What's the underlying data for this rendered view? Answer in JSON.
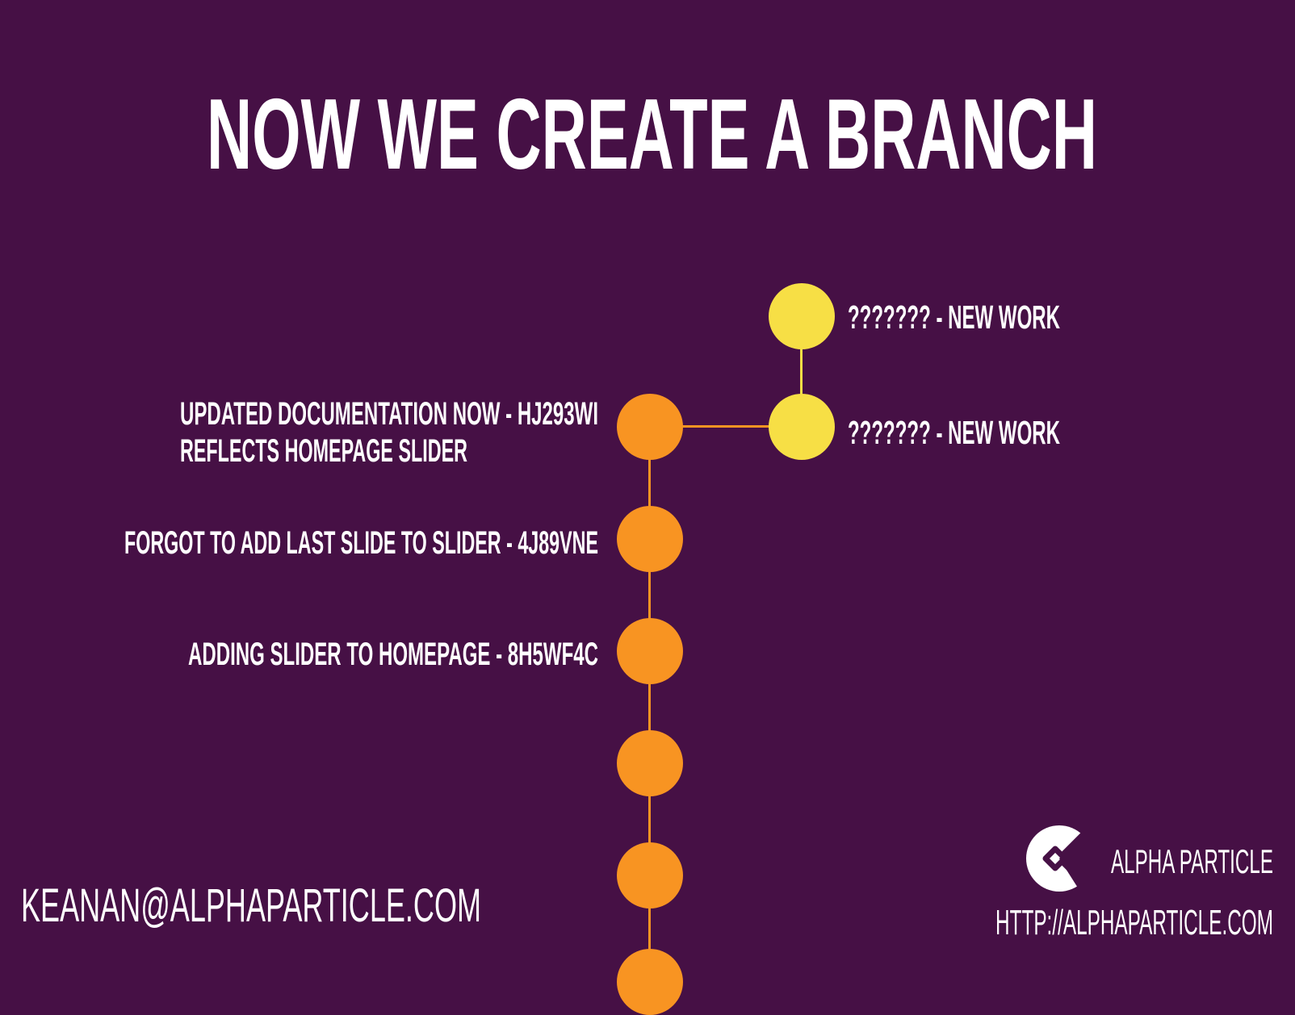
{
  "title": "NOW WE CREATE A BRANCH",
  "colors": {
    "background": "#461045",
    "main_branch": "#F89422",
    "new_branch": "#F7DF45",
    "text": "#FFFFFF"
  },
  "commits": {
    "c1_line1": "UPDATED DOCUMENTATION NOW - HJ293WI",
    "c1_line2": "REFLECTS HOMEPAGE SLIDER",
    "c2": "FORGOT TO ADD LAST SLIDE TO SLIDER - 4J89VNE",
    "c3": "ADDING SLIDER TO HOMEPAGE - 8H5WF4C"
  },
  "branch_commits": {
    "b1": "??????? - NEW WORK",
    "b2": "??????? - NEW WORK"
  },
  "footer": {
    "email": "KEANAN@ALPHAPARTICLE.COM",
    "brand": "ALPHA PARTICLE",
    "url": "HTTP://ALPHAPARTICLE.COM"
  }
}
